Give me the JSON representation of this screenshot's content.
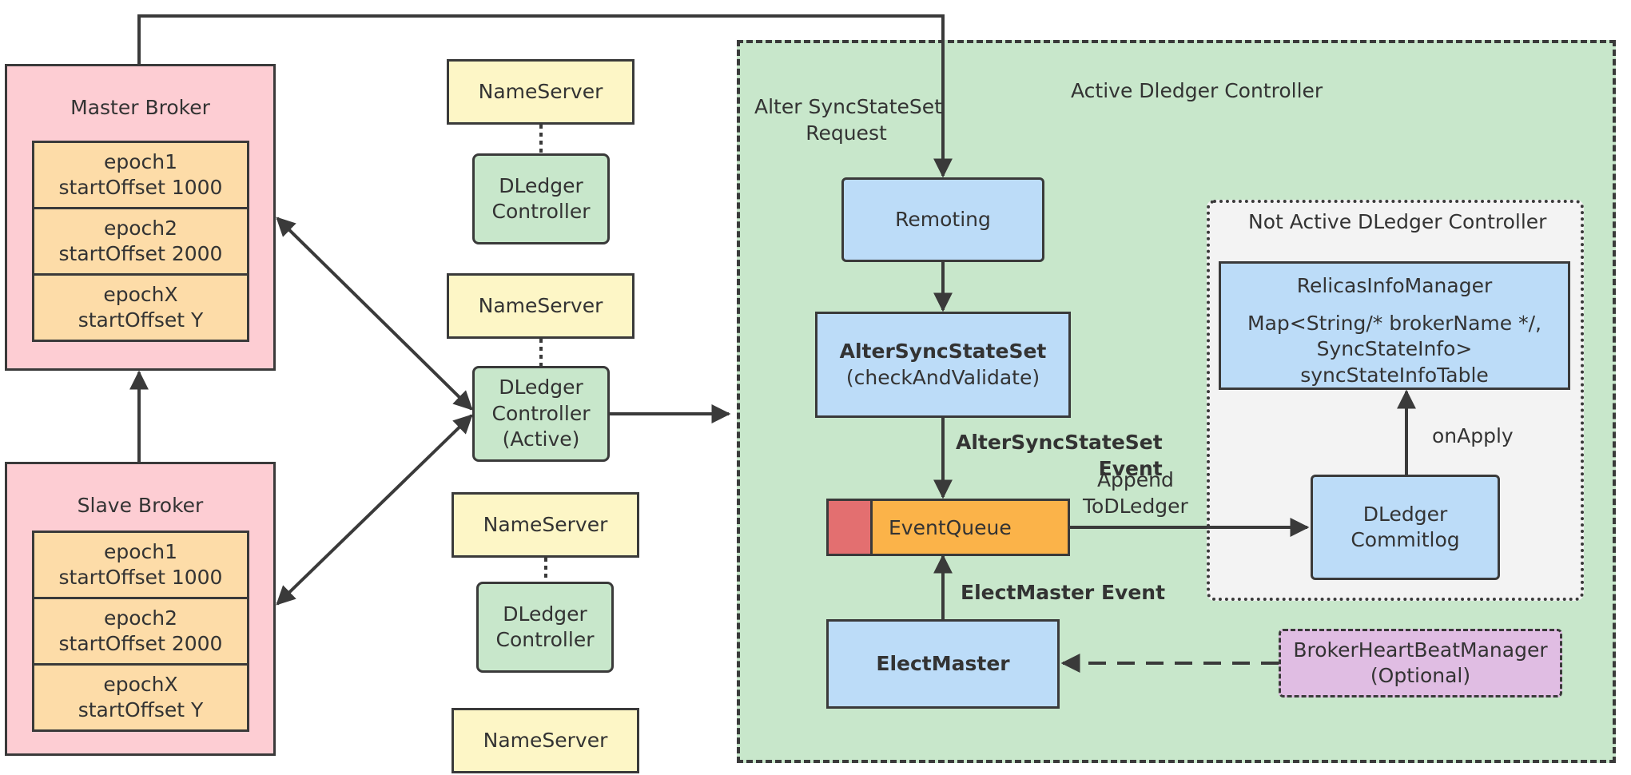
{
  "master_broker": {
    "title": "Master Broker",
    "epochs": [
      {
        "epoch": "epoch1",
        "offset": "startOffset 1000"
      },
      {
        "epoch": "epoch2",
        "offset": "startOffset 2000"
      },
      {
        "epoch": "epochX",
        "offset": "startOffset Y"
      }
    ]
  },
  "slave_broker": {
    "title": "Slave Broker",
    "epochs": [
      {
        "epoch": "epoch1",
        "offset": "startOffset 1000"
      },
      {
        "epoch": "epoch2",
        "offset": "startOffset 2000"
      },
      {
        "epoch": "epochX",
        "offset": "startOffset Y"
      }
    ]
  },
  "nameservers": [
    "NameServer",
    "NameServer",
    "NameServer",
    "NameServer"
  ],
  "dledger_controllers": [
    {
      "line1": "DLedger",
      "line2": "Controller"
    },
    {
      "line1": "DLedger",
      "line2": "Controller",
      "line3": "(Active)"
    },
    {
      "line1": "DLedger",
      "line2": "Controller"
    }
  ],
  "active_controller": {
    "title": "Active Dledger Controller",
    "alter_request_label_1": "Alter SyncStateSet",
    "alter_request_label_2": "Request",
    "remoting": "Remoting",
    "alter_sync_state_set": "AlterSyncStateSet",
    "check_and_validate": "(checkAndValidate)",
    "alter_event_label_1": "AlterSyncStateSet",
    "alter_event_label_2": "Event",
    "event_queue": "EventQueue",
    "elect_master_event": "ElectMaster Event",
    "elect_master": "ElectMaster",
    "append_label_1": "Append",
    "append_label_2": "ToDLedger",
    "heartbeat_manager_1": "BrokerHeartBeatManager",
    "heartbeat_manager_2": "(Optional)"
  },
  "not_active_controller": {
    "title": "Not Active DLedger Controller",
    "replicas_manager": "RelicasInfoManager",
    "map_line_1": "Map<String/* brokerName */,",
    "map_line_2": "SyncStateInfo>",
    "map_line_3": "syncStateInfoTable",
    "on_apply": "onApply",
    "commitlog_1": "DLedger",
    "commitlog_2": "Commitlog"
  },
  "colors": {
    "broker_fill": "#fdcdd3",
    "epoch_fill": "#fddca8",
    "nameserver_fill": "#fdf6c6",
    "controller_fill": "#c8e7cb",
    "component_fill": "#bcdcf8",
    "queue_fill": "#fbb349",
    "queue_head_fill": "#e36f70",
    "not_active_fill": "#f3f3f3",
    "heartbeat_fill": "#e0bde3",
    "line": "#3a3a3a"
  }
}
